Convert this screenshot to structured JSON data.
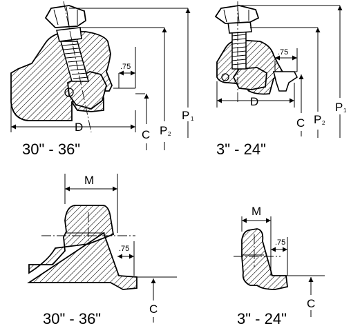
{
  "figures": [
    {
      "id": "top-left",
      "caption": "30\" - 36\"",
      "labels": {
        "dim_75": ".75",
        "D": "D",
        "C": "C",
        "P2_main": "P",
        "P2_sub": "2",
        "P1_main": "P",
        "P1_sub": "1"
      }
    },
    {
      "id": "top-right",
      "caption": "3\" - 24\"",
      "labels": {
        "dim_75": ".75",
        "D": "D",
        "C": "C",
        "P2_main": "P",
        "P2_sub": "2",
        "P1_main": "P",
        "P1_sub": "1"
      }
    },
    {
      "id": "bottom-left",
      "caption": "30\" - 36\"",
      "labels": {
        "M": "M",
        "dim_75": ".75",
        "C": "C"
      }
    },
    {
      "id": "bottom-right",
      "caption": "3\" - 24\"",
      "labels": {
        "M": "M",
        "dim_75": ".75",
        "C": "C"
      }
    }
  ]
}
